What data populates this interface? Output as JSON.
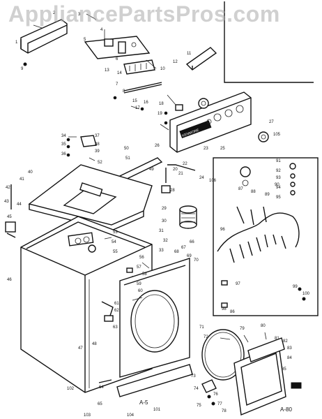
{
  "watermark": "AppliancePartsPros.com",
  "figure_refs": {
    "cabinet_ref": "A-5",
    "wiring_ref": "A-80"
  },
  "control_panel_label": "KENMORE",
  "part_labels": [
    "1",
    "3",
    "2",
    "4",
    "5",
    "6",
    "7",
    "8",
    "9",
    "10",
    "11",
    "12",
    "13",
    "14",
    "15",
    "16",
    "17",
    "18",
    "19",
    "20",
    "21",
    "22",
    "23",
    "24",
    "25",
    "26",
    "27",
    "28",
    "29",
    "30",
    "31",
    "32",
    "33",
    "34",
    "35",
    "36",
    "37",
    "38",
    "39",
    "40",
    "41",
    "42",
    "43",
    "44",
    "45",
    "46",
    "47",
    "48",
    "49",
    "50",
    "51",
    "52",
    "53",
    "54",
    "55",
    "56",
    "57",
    "58",
    "59",
    "60",
    "61",
    "62",
    "63",
    "64",
    "65",
    "66",
    "67",
    "68",
    "69",
    "70",
    "71",
    "72",
    "73",
    "74",
    "75",
    "76",
    "77",
    "78",
    "79",
    "80",
    "81",
    "82",
    "83",
    "84",
    "85",
    "86",
    "87",
    "88",
    "89",
    "90",
    "91",
    "92",
    "93",
    "94",
    "95",
    "96",
    "97",
    "98",
    "99",
    "100",
    "101",
    "102",
    "103",
    "104",
    "105",
    "106"
  ]
}
